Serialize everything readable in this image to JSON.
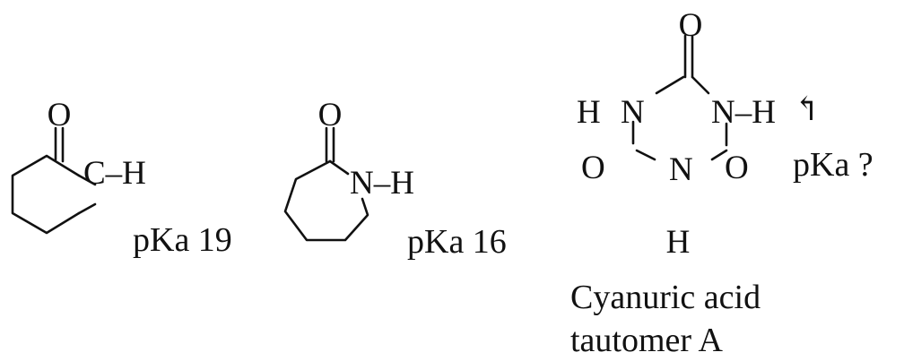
{
  "molecules": [
    {
      "atoms": {
        "oxygen": "O",
        "carbon_h": "C–H"
      },
      "pka_label": "pKa 19"
    },
    {
      "atoms": {
        "oxygen": "O",
        "nitrogen_h": "N–H"
      },
      "pka_label": "pKa 16"
    },
    {
      "atoms": {
        "h_left": "H",
        "n_left": "N",
        "o_top": "O",
        "n_right_h": "N–H",
        "o_left": "O",
        "n_bottom": "N",
        "o_right": "O",
        "h_bottom": "H"
      },
      "arrow_glyph": "↰",
      "pka_label": "pKa ?",
      "caption_line1": "Cyanuric acid",
      "caption_line2": "tautomer A"
    }
  ]
}
